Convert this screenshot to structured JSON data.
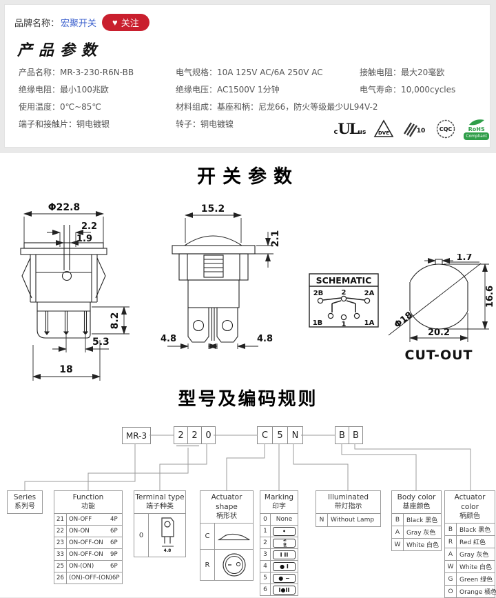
{
  "brand_bar": {
    "label": "品牌名称：",
    "brand": "宏聚开关",
    "heart": "♥",
    "follow": "关注"
  },
  "product_params": {
    "title": "产品参数",
    "col1": [
      "产品名称：MR-3-230-R6N-BB",
      "绝缘电阻：最小100兆欧",
      "使用温度：0℃~85℃",
      "端子和接触片：铜电镀银"
    ],
    "col2": [
      "电气规格：10A 125V AC/6A 250V AC",
      "绝缘电压：AC1500V 1分钟",
      "材料组成：基座和柄：尼龙66，防火等级最少UL94V-2",
      "转子：铜电镀镍"
    ],
    "col3": [
      "接触电阻：最大20毫欧",
      "电气寿命：10,000cycles"
    ],
    "certs": {
      "ul_c": "c",
      "ul": "UL",
      "ul_us": "us",
      "vde": "DVE",
      "enec_num": "10",
      "cqc": "CQC",
      "rohs_top": "RoHS",
      "rohs_bottom": "Compliant"
    }
  },
  "switch_params": {
    "title": "开关参数",
    "front": {
      "dia": "Φ22.8",
      "d22": "2.2",
      "d19": "1.9",
      "d82": "8.2",
      "d53": "5.3",
      "d18": "18"
    },
    "side": {
      "d152": "15.2",
      "d21": "2.1",
      "d48l": "4.8",
      "d48r": "4.8"
    },
    "schematic": {
      "title": "SCHEMATIC",
      "t2b": "2B",
      "t2": "2",
      "t2a": "2A",
      "t1b": "1B",
      "t1": "1",
      "t1a": "1A"
    },
    "cutout": {
      "label": "CUT-OUT",
      "d17": "1.7",
      "d166": "16.6",
      "dia": "Φ18",
      "d202": "20.2"
    }
  },
  "coding": {
    "title": "型号及编码规则",
    "code_series": "MR-3",
    "code_func": [
      "2",
      "2",
      "0"
    ],
    "code_mid": [
      "C",
      "5",
      "N"
    ],
    "code_color": [
      "B",
      "B"
    ],
    "series": {
      "en": "Series",
      "zh": "系列号"
    },
    "function": {
      "en": "Function",
      "zh": "功能",
      "rows": [
        {
          "code": "21",
          "fn": "ON-OFF",
          "p": "4P"
        },
        {
          "code": "22",
          "fn": "ON-ON",
          "p": "6P"
        },
        {
          "code": "23",
          "fn": "ON-OFF-ON",
          "p": "6P"
        },
        {
          "code": "33",
          "fn": "ON-OFF-ON",
          "p": "9P"
        },
        {
          "code": "25",
          "fn": "ON-(ON)",
          "p": "6P"
        },
        {
          "code": "26",
          "fn": "(ON)-OFF-(ON)",
          "p": "6P"
        }
      ]
    },
    "terminal": {
      "en": "Terminal type",
      "zh": "端子种类",
      "code": "0",
      "dim": "4.8"
    },
    "actuator_shape": {
      "en": "Actuator shape",
      "zh": "柄形状",
      "row1": "C",
      "row2": "R"
    },
    "marking": {
      "en": "Marking",
      "zh": "印字",
      "rows": [
        {
          "code": "0",
          "sym": "None"
        },
        {
          "code": "1",
          "sym": "•"
        },
        {
          "code": "2",
          "sym": "ON OFF"
        },
        {
          "code": "3",
          "sym": "I II"
        },
        {
          "code": "4",
          "sym": "● I"
        },
        {
          "code": "5",
          "sym": "● −"
        },
        {
          "code": "6",
          "sym": "I●II"
        }
      ]
    },
    "illuminated": {
      "en": "Illuminated",
      "zh": "带灯指示",
      "code": "N",
      "val": "Without Lamp"
    },
    "body_color": {
      "en": "Body color",
      "zh": "基座颜色",
      "rows": [
        {
          "code": "B",
          "val": "Black 黑色"
        },
        {
          "code": "A",
          "val": "Gray 灰色"
        },
        {
          "code": "W",
          "val": "White 白色"
        }
      ]
    },
    "actuator_color": {
      "en": "Actuator color",
      "zh": "柄颜色",
      "rows": [
        {
          "code": "B",
          "val": "Black 黑色"
        },
        {
          "code": "R",
          "val": "Red 红色"
        },
        {
          "code": "A",
          "val": "Gray 灰色"
        },
        {
          "code": "W",
          "val": "White 白色"
        },
        {
          "code": "G",
          "val": "Green 绿色"
        },
        {
          "code": "O",
          "val": "Orange 橘色"
        }
      ]
    }
  },
  "colors": {
    "accent_red": "#c91f2e",
    "link_blue": "#3a5fcd",
    "rohs_green": "#2f9e49",
    "table_border": "#999999"
  }
}
